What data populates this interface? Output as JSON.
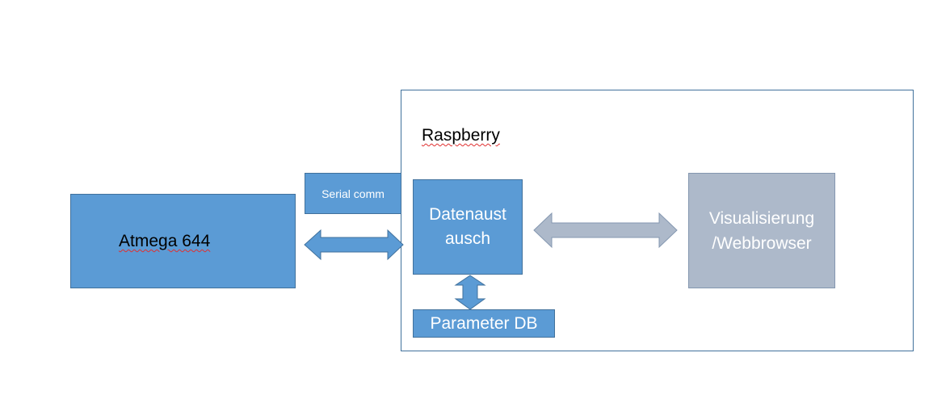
{
  "diagram": {
    "raspberry_label": "Raspberry",
    "atmega_label": "Atmega 644",
    "serial_label": "Serial comm",
    "datenaustausch_line1": "Datenaust",
    "datenaustausch_line2": "ausch",
    "visualisierung_line1": "Visualisierung",
    "visualisierung_line2": "/Webbrowser",
    "parameter_db_label": "Parameter DB"
  },
  "colors": {
    "box_blue": "#5b9bd5",
    "box_blue_border": "#41719c",
    "box_grey": "#adb9ca",
    "box_grey_border": "#8497b0"
  }
}
